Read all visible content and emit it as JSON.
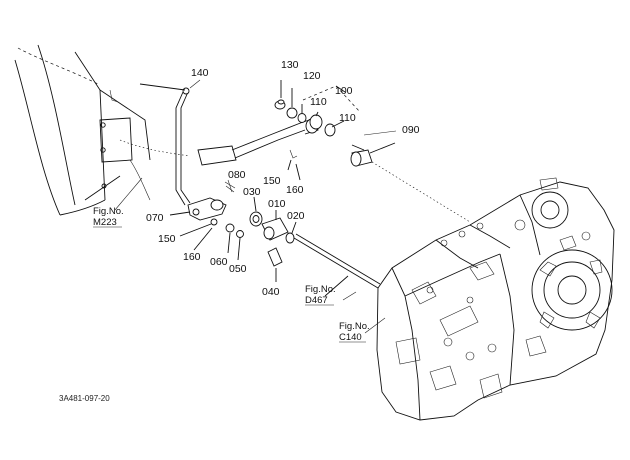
{
  "callouts": {
    "p140": "140",
    "p130": "130",
    "p120": "120",
    "p100": "100",
    "p110a": "110",
    "p110b": "110",
    "p090": "090",
    "p150a": "150",
    "p160a": "160",
    "p080": "080",
    "p030": "030",
    "p010": "010",
    "p020": "020",
    "p070": "070",
    "p150b": "150",
    "p160b": "160",
    "p060": "060",
    "p050": "050",
    "p040": "040"
  },
  "figure_refs": {
    "m223": {
      "label": "Fig.No.",
      "code": "M223"
    },
    "d467": {
      "label": "Fig.No.",
      "code": "D467"
    },
    "c140": {
      "label": "Fig.No.",
      "code": "C140"
    }
  },
  "footer": {
    "code": "3A481-097-20"
  }
}
